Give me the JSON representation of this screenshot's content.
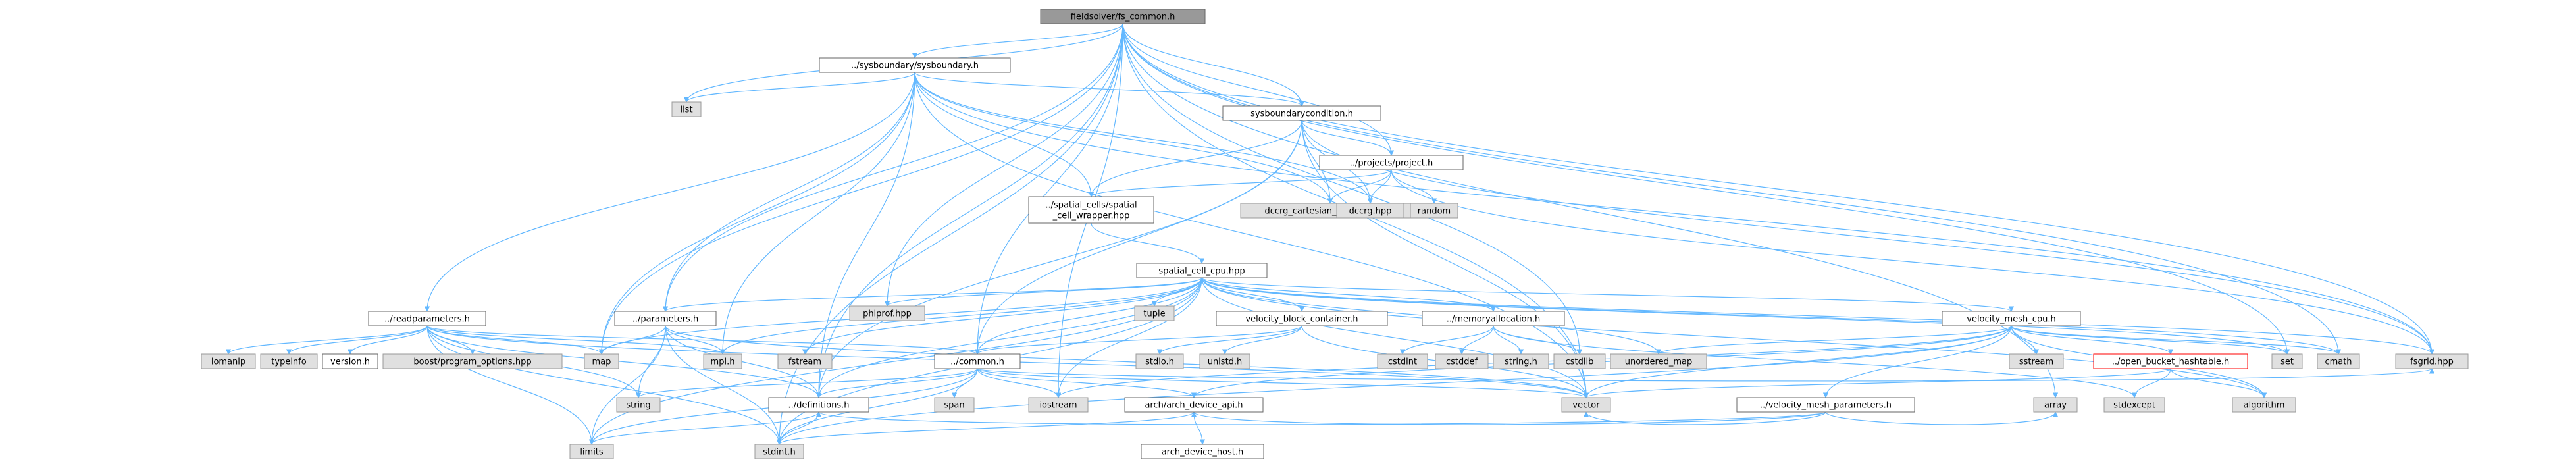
{
  "colors": {
    "root_fill": "#999999",
    "root_border": "#666666",
    "local_fill": "#ffffff",
    "local_border": "#666666",
    "system_fill": "#e0e0e0",
    "system_border": "#999999",
    "truncated_border": "#ff0000",
    "edge": "#63b8ff"
  },
  "nodes": [
    {
      "id": "root",
      "kind": "root",
      "label": "fieldsolver/fs_common.h"
    },
    {
      "id": "sysboundary",
      "kind": "local",
      "label": "../sysboundary/sysboundary.h"
    },
    {
      "id": "list",
      "kind": "system",
      "label": "list"
    },
    {
      "id": "sysboundarycondition",
      "kind": "local",
      "label": "sysboundarycondition.h"
    },
    {
      "id": "project",
      "kind": "local",
      "label": "../projects/project.h"
    },
    {
      "id": "spatial_cell_wrapper",
      "kind": "local",
      "lines": [
        "../spatial_cells/spatial",
        "_cell_wrapper.hpp"
      ]
    },
    {
      "id": "dccrg_cartesian",
      "kind": "system",
      "label": "dccrg_cartesian_geometry.hpp"
    },
    {
      "id": "dccrg",
      "kind": "system",
      "label": "dccrg.hpp"
    },
    {
      "id": "random",
      "kind": "system",
      "label": "random"
    },
    {
      "id": "spatial_cell_cpu",
      "kind": "local",
      "label": "spatial_cell_cpu.hpp"
    },
    {
      "id": "readparameters",
      "kind": "local",
      "label": "../readparameters.h"
    },
    {
      "id": "parameters",
      "kind": "local",
      "label": "../parameters.h"
    },
    {
      "id": "phiprof",
      "kind": "system",
      "label": "phiprof.hpp"
    },
    {
      "id": "tuple",
      "kind": "system",
      "label": "tuple"
    },
    {
      "id": "velocity_block_container",
      "kind": "local",
      "label": "velocity_block_container.h"
    },
    {
      "id": "memoryallocation",
      "kind": "local",
      "label": "../memoryallocation.h"
    },
    {
      "id": "velocity_mesh_cpu",
      "kind": "local",
      "label": "velocity_mesh_cpu.h"
    },
    {
      "id": "iomanip",
      "kind": "system",
      "label": "iomanip"
    },
    {
      "id": "typeinfo",
      "kind": "system",
      "label": "typeinfo"
    },
    {
      "id": "version",
      "kind": "local",
      "label": "version.h"
    },
    {
      "id": "boost_po",
      "kind": "system",
      "label": "boost/program_options.hpp"
    },
    {
      "id": "map",
      "kind": "system",
      "label": "map"
    },
    {
      "id": "mpi",
      "kind": "system",
      "label": "mpi.h"
    },
    {
      "id": "fstream",
      "kind": "system",
      "label": "fstream"
    },
    {
      "id": "common",
      "kind": "local",
      "label": "../common.h"
    },
    {
      "id": "stdio",
      "kind": "system",
      "label": "stdio.h"
    },
    {
      "id": "unistd",
      "kind": "system",
      "label": "unistd.h"
    },
    {
      "id": "cstdint",
      "kind": "system",
      "label": "cstdint"
    },
    {
      "id": "cstddef",
      "kind": "system",
      "label": "cstddef"
    },
    {
      "id": "string_h",
      "kind": "system",
      "label": "string.h"
    },
    {
      "id": "cstdlib",
      "kind": "system",
      "label": "cstdlib"
    },
    {
      "id": "unordered_map",
      "kind": "system",
      "label": "unordered_map"
    },
    {
      "id": "velocity_mesh_parameters",
      "kind": "local",
      "label": "../velocity_mesh_parameters.h"
    },
    {
      "id": "sstream",
      "kind": "system",
      "label": "sstream"
    },
    {
      "id": "open_bucket_hashtable",
      "kind": "truncated",
      "label": "../open_bucket_hashtable.h"
    },
    {
      "id": "set",
      "kind": "system",
      "label": "set"
    },
    {
      "id": "cmath",
      "kind": "system",
      "label": "cmath"
    },
    {
      "id": "fsgrid",
      "kind": "system",
      "label": "fsgrid.hpp"
    },
    {
      "id": "string",
      "kind": "system",
      "label": "string"
    },
    {
      "id": "span",
      "kind": "system",
      "label": "span"
    },
    {
      "id": "definitions",
      "kind": "local",
      "label": "../definitions.h"
    },
    {
      "id": "iostream",
      "kind": "system",
      "label": "iostream"
    },
    {
      "id": "arch_device_api",
      "kind": "local",
      "label": "arch/arch_device_api.h"
    },
    {
      "id": "vector",
      "kind": "system",
      "label": "vector"
    },
    {
      "id": "array",
      "kind": "system",
      "label": "array"
    },
    {
      "id": "stdexcept",
      "kind": "system",
      "label": "stdexcept"
    },
    {
      "id": "algorithm",
      "kind": "system",
      "label": "algorithm"
    },
    {
      "id": "limits",
      "kind": "system",
      "label": "limits"
    },
    {
      "id": "stdint",
      "kind": "system",
      "label": "stdint.h"
    },
    {
      "id": "arch_device_host",
      "kind": "local",
      "label": "arch_device_host.h"
    }
  ],
  "edges": [
    [
      "root",
      "sysboundary"
    ],
    [
      "root",
      "list"
    ],
    [
      "root",
      "sysboundarycondition"
    ],
    [
      "root",
      "project"
    ],
    [
      "root",
      "phiprof"
    ],
    [
      "root",
      "parameters"
    ],
    [
      "root",
      "map"
    ],
    [
      "root",
      "common"
    ],
    [
      "root",
      "definitions"
    ],
    [
      "root",
      "iostream"
    ],
    [
      "root",
      "cstdlib"
    ],
    [
      "root",
      "set"
    ],
    [
      "root",
      "cmath"
    ],
    [
      "root",
      "fsgrid"
    ],
    [
      "root",
      "array"
    ],
    [
      "root",
      "stdint"
    ],
    [
      "root",
      "vector"
    ],
    [
      "sysboundary",
      "list"
    ],
    [
      "sysboundary",
      "sysboundarycondition"
    ],
    [
      "sysboundary",
      "spatial_cell_wrapper"
    ],
    [
      "sysboundary",
      "dccrg_cartesian"
    ],
    [
      "sysboundary",
      "dccrg"
    ],
    [
      "sysboundary",
      "readparameters"
    ],
    [
      "sysboundary",
      "parameters"
    ],
    [
      "sysboundary",
      "map"
    ],
    [
      "sysboundary",
      "mpi"
    ],
    [
      "sysboundary",
      "definitions"
    ],
    [
      "sysboundary",
      "vector"
    ],
    [
      "sysboundary",
      "fsgrid"
    ],
    [
      "sysboundarycondition",
      "project"
    ],
    [
      "sysboundarycondition",
      "spatial_cell_wrapper"
    ],
    [
      "sysboundarycondition",
      "dccrg_cartesian"
    ],
    [
      "sysboundarycondition",
      "dccrg"
    ],
    [
      "sysboundarycondition",
      "common"
    ],
    [
      "sysboundarycondition",
      "definitions"
    ],
    [
      "sysboundarycondition",
      "vector"
    ],
    [
      "sysboundarycondition",
      "fsgrid"
    ],
    [
      "project",
      "spatial_cell_wrapper"
    ],
    [
      "project",
      "dccrg_cartesian"
    ],
    [
      "project",
      "dccrg"
    ],
    [
      "project",
      "random"
    ],
    [
      "project",
      "fsgrid"
    ],
    [
      "spatial_cell_wrapper",
      "spatial_cell_cpu"
    ],
    [
      "spatial_cell_cpu",
      "phiprof"
    ],
    [
      "spatial_cell_cpu",
      "tuple"
    ],
    [
      "spatial_cell_cpu",
      "velocity_block_container"
    ],
    [
      "spatial_cell_cpu",
      "memoryallocation"
    ],
    [
      "spatial_cell_cpu",
      "velocity_mesh_cpu"
    ],
    [
      "spatial_cell_cpu",
      "parameters"
    ],
    [
      "spatial_cell_cpu",
      "map"
    ],
    [
      "spatial_cell_cpu",
      "mpi"
    ],
    [
      "spatial_cell_cpu",
      "fstream"
    ],
    [
      "spatial_cell_cpu",
      "common"
    ],
    [
      "spatial_cell_cpu",
      "definitions"
    ],
    [
      "spatial_cell_cpu",
      "iostream"
    ],
    [
      "spatial_cell_cpu",
      "unordered_map"
    ],
    [
      "spatial_cell_cpu",
      "set"
    ],
    [
      "spatial_cell_cpu",
      "cmath"
    ],
    [
      "spatial_cell_cpu",
      "vector"
    ],
    [
      "spatial_cell_cpu",
      "limits"
    ],
    [
      "spatial_cell_cpu",
      "stdint"
    ],
    [
      "spatial_cell_cpu",
      "algorithm"
    ],
    [
      "spatial_cell_cpu",
      "fsgrid"
    ],
    [
      "readparameters",
      "iomanip"
    ],
    [
      "readparameters",
      "typeinfo"
    ],
    [
      "readparameters",
      "version"
    ],
    [
      "readparameters",
      "boost_po"
    ],
    [
      "readparameters",
      "map"
    ],
    [
      "readparameters",
      "mpi"
    ],
    [
      "readparameters",
      "common"
    ],
    [
      "readparameters",
      "definitions"
    ],
    [
      "readparameters",
      "string"
    ],
    [
      "readparameters",
      "vector"
    ],
    [
      "readparameters",
      "limits"
    ],
    [
      "readparameters",
      "stdint"
    ],
    [
      "parameters",
      "map"
    ],
    [
      "parameters",
      "mpi"
    ],
    [
      "parameters",
      "definitions"
    ],
    [
      "parameters",
      "string"
    ],
    [
      "parameters",
      "limits"
    ],
    [
      "parameters",
      "stdint"
    ],
    [
      "parameters",
      "vector"
    ],
    [
      "velocity_block_container",
      "stdio"
    ],
    [
      "velocity_block_container",
      "unistd"
    ],
    [
      "velocity_block_container",
      "common"
    ],
    [
      "velocity_block_container",
      "vector"
    ],
    [
      "memoryallocation",
      "cstdint"
    ],
    [
      "memoryallocation",
      "cstddef"
    ],
    [
      "memoryallocation",
      "string_h"
    ],
    [
      "memoryallocation",
      "cstdlib"
    ],
    [
      "memoryallocation",
      "stdexcept"
    ],
    [
      "velocity_mesh_cpu",
      "unordered_map"
    ],
    [
      "velocity_mesh_cpu",
      "velocity_mesh_parameters"
    ],
    [
      "velocity_mesh_cpu",
      "sstream"
    ],
    [
      "velocity_mesh_cpu",
      "open_bucket_hashtable"
    ],
    [
      "velocity_mesh_cpu",
      "set"
    ],
    [
      "velocity_mesh_cpu",
      "cmath"
    ],
    [
      "velocity_mesh_cpu",
      "algorithm"
    ],
    [
      "velocity_mesh_cpu",
      "vector"
    ],
    [
      "velocity_mesh_cpu",
      "iostream"
    ],
    [
      "velocity_mesh_cpu",
      "stdint"
    ],
    [
      "velocity_mesh_cpu",
      "arch_device_api"
    ],
    [
      "velocity_mesh_parameters",
      "vector"
    ],
    [
      "velocity_mesh_parameters",
      "array"
    ],
    [
      "velocity_mesh_parameters",
      "arch_device_api"
    ],
    [
      "velocity_mesh_parameters",
      "definitions"
    ],
    [
      "open_bucket_hashtable",
      "vector"
    ],
    [
      "open_bucket_hashtable",
      "stdexcept"
    ],
    [
      "open_bucket_hashtable",
      "algorithm"
    ],
    [
      "common",
      "string"
    ],
    [
      "common",
      "span"
    ],
    [
      "common",
      "definitions"
    ],
    [
      "common",
      "iostream"
    ],
    [
      "common",
      "vector"
    ],
    [
      "common",
      "limits"
    ],
    [
      "common",
      "stdint"
    ],
    [
      "common",
      "arch_device_api"
    ],
    [
      "common",
      "fsgrid"
    ],
    [
      "definitions",
      "stdint"
    ],
    [
      "definitions",
      "limits"
    ],
    [
      "arch_device_api",
      "stdint"
    ],
    [
      "arch_device_api",
      "arch_device_host"
    ]
  ]
}
